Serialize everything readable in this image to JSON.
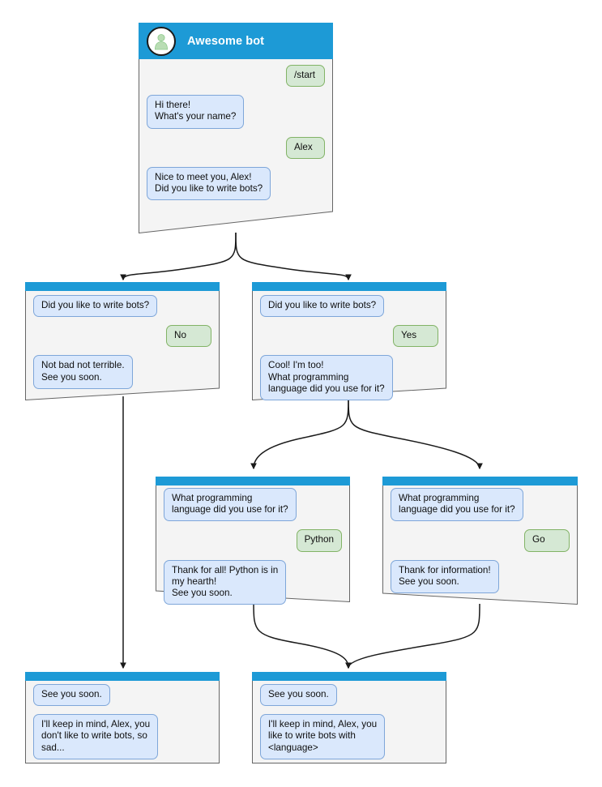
{
  "diagram": {
    "type": "chatbot-conversation-flow",
    "title": "Awesome bot conversation flow"
  },
  "colors": {
    "header_blue": "#1d9ad6",
    "node_body": "#f4f4f4",
    "node_border": "#666666",
    "bot_bubble_fill": "#dae8fc",
    "bot_bubble_stroke": "#7ea6d9",
    "user_bubble_fill": "#d5e8d4",
    "user_bubble_stroke": "#82b366",
    "avatar_fill": "#ffffff",
    "avatar_person": "#b9ddb4",
    "connector": "#1a1a1a"
  },
  "nodes": {
    "root": {
      "header": {
        "title": "Awesome bot",
        "avatar_icon": "person-avatar-icon"
      },
      "messages": [
        {
          "side": "user",
          "text": "/start"
        },
        {
          "side": "bot",
          "text": "Hi there!\nWhat's your name?"
        },
        {
          "side": "user",
          "text": "Alex"
        },
        {
          "side": "bot",
          "text": "Nice to meet you, Alex!\nDid you like to write bots?"
        }
      ]
    },
    "no_branch": {
      "messages": [
        {
          "side": "bot",
          "text": "Did you like to write bots?"
        },
        {
          "side": "user",
          "text": "No"
        },
        {
          "side": "bot",
          "text": "Not bad not terrible.\nSee you soon."
        }
      ]
    },
    "yes_branch": {
      "messages": [
        {
          "side": "bot",
          "text": "Did you like to write bots?"
        },
        {
          "side": "user",
          "text": "Yes"
        },
        {
          "side": "bot",
          "text": "Cool! I'm too!\nWhat programming\nlanguage did you use for it?"
        }
      ]
    },
    "python_branch": {
      "messages": [
        {
          "side": "bot",
          "text": "What programming\nlanguage did you use for it?"
        },
        {
          "side": "user",
          "text": "Python"
        },
        {
          "side": "bot",
          "text": "Thank for all! Python is in\nmy hearth!\nSee you soon."
        }
      ]
    },
    "go_branch": {
      "messages": [
        {
          "side": "bot",
          "text": "What programming\nlanguage did you use for it?"
        },
        {
          "side": "user",
          "text": "Go"
        },
        {
          "side": "bot",
          "text": "Thank for information!\nSee you soon."
        }
      ]
    },
    "end_sad": {
      "messages": [
        {
          "side": "bot",
          "text": "See you soon."
        },
        {
          "side": "bot",
          "text": "I'll keep in mind, Alex, you\ndon't like to write bots, so\nsad..."
        }
      ]
    },
    "end_happy": {
      "messages": [
        {
          "side": "bot",
          "text": "See you soon."
        },
        {
          "side": "bot",
          "text": "I'll keep in mind, Alex, you\nlike to write bots with\n<language>"
        }
      ]
    }
  }
}
